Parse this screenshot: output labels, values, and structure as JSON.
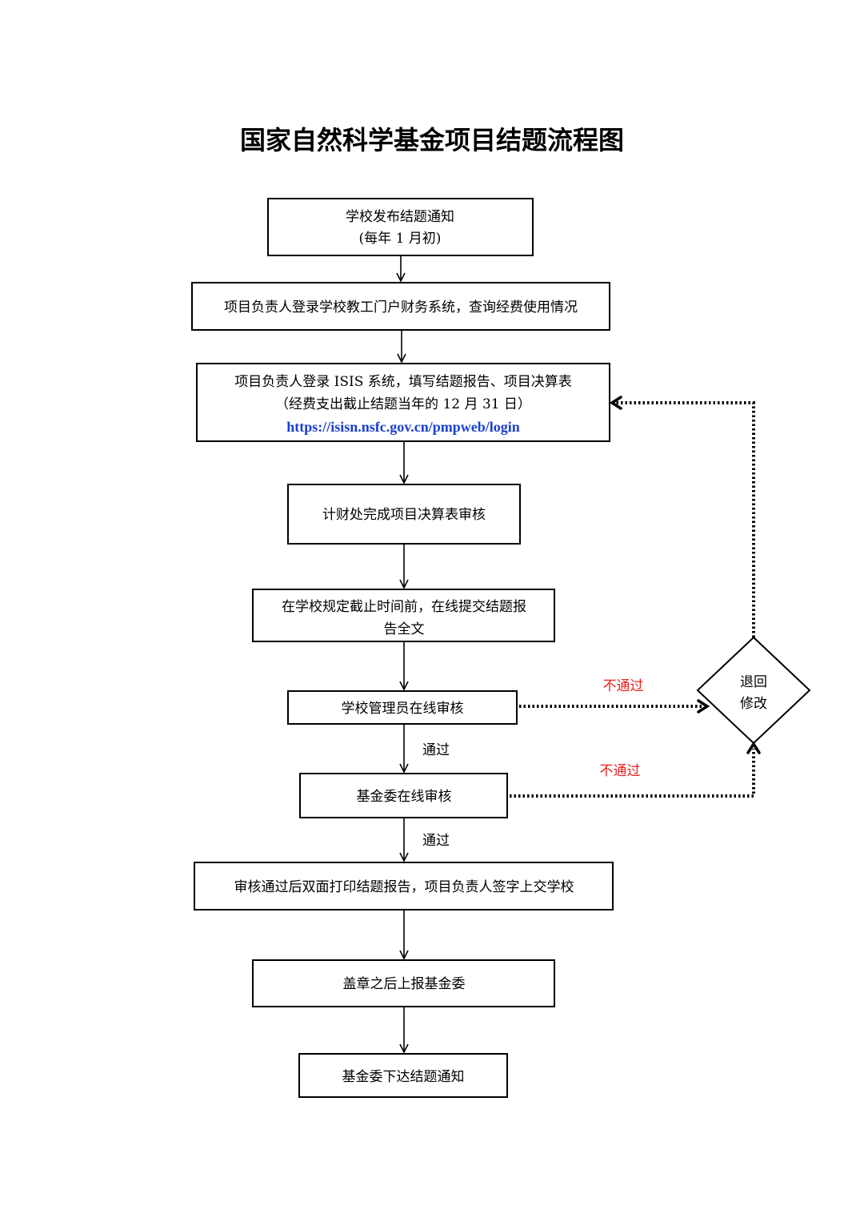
{
  "title": "国家自然科学基金项目结题流程图",
  "colors": {
    "fail_label": "#e8211d",
    "url": "#1a3fd0",
    "stroke": "#000000"
  },
  "steps": {
    "notice": {
      "line1": "学校发布结题通知",
      "line2": "(每年 1 月初)"
    },
    "query": {
      "line1": "项目负责人登录学校教工门户财务系统，查询经费使用情况"
    },
    "fill": {
      "line1": "项目负责人登录 ISIS 系统，填写结题报告、项目决算表",
      "line2": "（经费支出截止结题当年的 12 月 31 日）",
      "url": "https://isisn.nsfc.gov.cn/pmpweb/login"
    },
    "finance": {
      "line1": "计财处完成项目决算表审核"
    },
    "submit": {
      "line1": "在学校规定截止时间前，在线提交结题报",
      "line2": "告全文"
    },
    "school_review": {
      "line1": "学校管理员在线审核"
    },
    "nsfc_review": {
      "line1": "基金委在线审核"
    },
    "print": {
      "line1": "审核通过后双面打印结题报告，项目负责人签字上交学校"
    },
    "stamp": {
      "line1": "盖章之后上报基金委"
    },
    "final": {
      "line1": "基金委下达结题通知"
    }
  },
  "decision": {
    "line1": "退回",
    "line2": "修改"
  },
  "labels": {
    "pass_1": "通过",
    "pass_2": "通过",
    "fail_1": "不通过",
    "fail_2": "不通过"
  }
}
